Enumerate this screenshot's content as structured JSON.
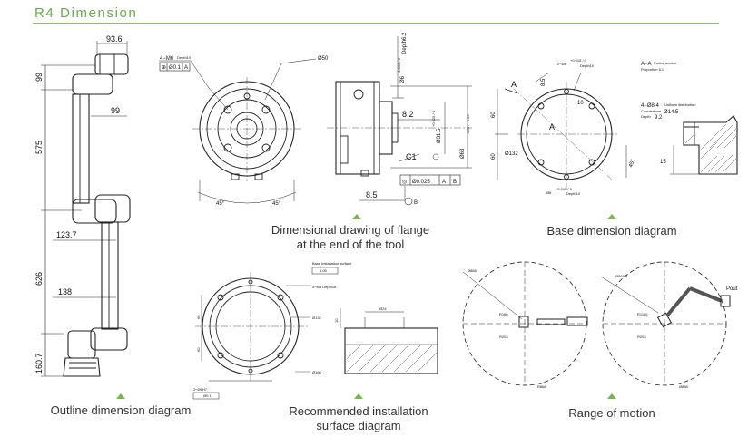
{
  "header": {
    "title": "R4 Dimension"
  },
  "colors": {
    "accent": "#6aa84f",
    "line": "#222222"
  },
  "outline": {
    "caption": "Outline dimension diagram",
    "dims": {
      "top_width": "93.6",
      "h99": "99",
      "w99": "99",
      "h575": "575",
      "w123": "123.7",
      "h626": "626",
      "w138": "138",
      "h160": "160.7"
    }
  },
  "flange": {
    "caption_line1": "Dimensional drawing of flange",
    "caption_line2": "at the end of the tool",
    "front": {
      "hole_label": "4−M6",
      "hole_depth": "Depth10",
      "tol_symbol": "⊕",
      "tol": "Ø0.1",
      "datum": "A",
      "dia": "Ø50",
      "ang1": "45°",
      "ang2": "45°"
    },
    "side": {
      "depth": "Depth6.2",
      "dia6": "Ø6",
      "tol6": "+0.012 / 0",
      "d82": "8.2",
      "d315": "Ø31.5",
      "tol315": "+0.025 / 0",
      "d63": "Ø63",
      "tol63": "−0.03 / −0.03",
      "c1": "C1",
      "tol_symbol": "◎",
      "tol025": "Ø0.025",
      "datum_a": "A",
      "datum_b": "B",
      "d85": "8.5",
      "datum_letter": "B"
    }
  },
  "base": {
    "caption": "Base dimension diagram",
    "plan": {
      "pin": "2−Ø8",
      "pin_tol": "+0.015 / 0",
      "pin_depth": "Depth10",
      "d85": "8.5",
      "d10": "10",
      "d60a": "60",
      "d60b": "60",
      "d132": "Ø132",
      "ang": "45°",
      "sec_a1": "A",
      "sec_a2": "A",
      "pin2": "Ø8",
      "pin2_tol": "+0.015 / 0",
      "pin2_depth": "Depth10"
    },
    "section": {
      "title": "A−A",
      "title_note": "Partial section",
      "proportion": "Proportion 6:1",
      "hole": "4−Ø8.4",
      "hole_note": "Uniform distribution",
      "counterbore": "Counterbore",
      "cb_dia": "Ø14.5",
      "depth_label": "Depth",
      "depth_val": "9.2",
      "d15": "15"
    }
  },
  "install": {
    "caption_line1": "Recommended installation",
    "caption_line2": "surface diagram",
    "labels": {
      "top_note": "Base installation surface",
      "tol": "0.05",
      "hole": "4−M8 Depth16",
      "d132": "Ø132",
      "d160": "Ø160",
      "d60a": "60",
      "d60b": "60",
      "h": "10",
      "d24": "Ø24",
      "pin_label": "2−Ø8H7",
      "pin_tol": "Ø0.1"
    }
  },
  "motion": {
    "caption": "Range of motion",
    "left": {
      "r1": "Ø868",
      "r2": "R180",
      "r3": "R203",
      "r4": "R868"
    },
    "right": {
      "r1": "Ø868.5",
      "r2": "R1180",
      "r3": "R203",
      "r4": "Ø868",
      "point": "Pout"
    }
  }
}
